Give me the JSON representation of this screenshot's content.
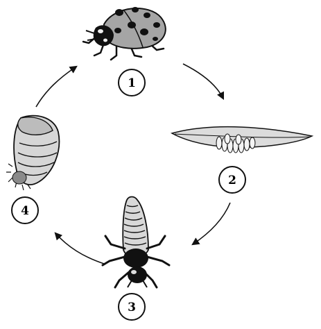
{
  "diagram": {
    "stages": [
      {
        "id": "stage-1",
        "label": "1",
        "subject": "adult-ladybug"
      },
      {
        "id": "stage-2",
        "label": "2",
        "subject": "eggs-on-leaf"
      },
      {
        "id": "stage-3",
        "label": "3",
        "subject": "larva"
      },
      {
        "id": "stage-4",
        "label": "4",
        "subject": "pupa"
      }
    ],
    "colors": {
      "ink": "#111111",
      "background": "#ffffff",
      "shading": "#9a9a9a",
      "leaf": "#dcdcdc",
      "egg": "#f4f4f4"
    }
  }
}
